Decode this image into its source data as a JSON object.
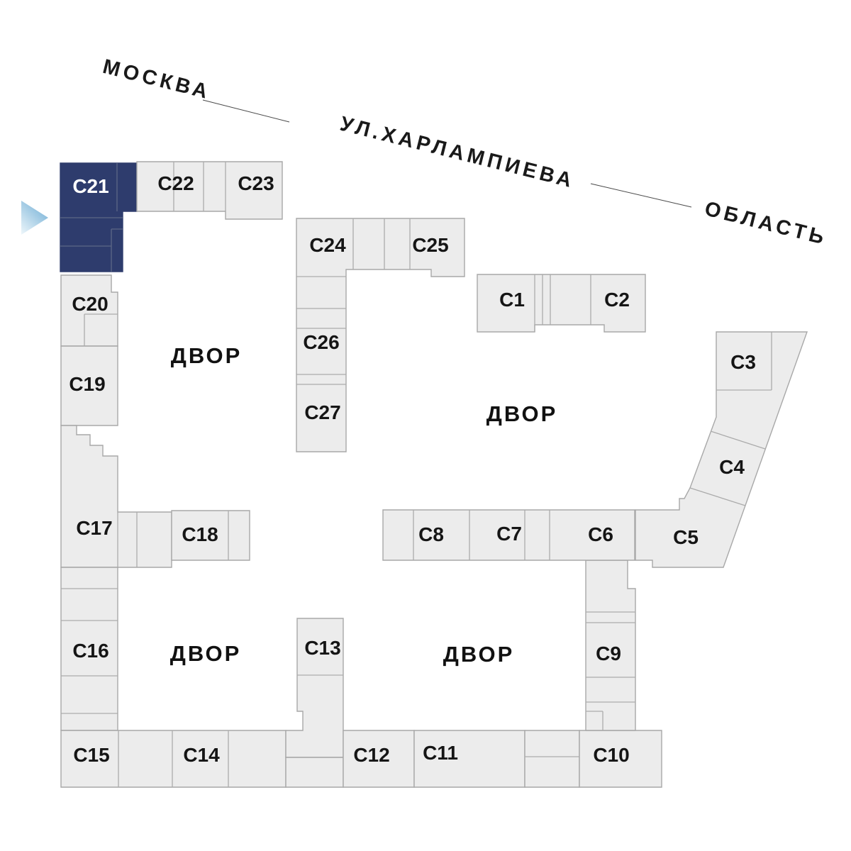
{
  "map": {
    "street": {
      "label_left": "МОСКВА",
      "label_middle": "УЛ.ХАРЛАМПИЕВА",
      "label_right": "ОБЛАСТЬ"
    },
    "courtyards": [
      {
        "label": "ДВОР"
      },
      {
        "label": "ДВОР"
      },
      {
        "label": "ДВОР"
      },
      {
        "label": "ДВОР"
      }
    ],
    "buildings": [
      {
        "label": "С1",
        "selected": false
      },
      {
        "label": "С2",
        "selected": false
      },
      {
        "label": "С3",
        "selected": false
      },
      {
        "label": "С4",
        "selected": false
      },
      {
        "label": "С5",
        "selected": false
      },
      {
        "label": "С6",
        "selected": false
      },
      {
        "label": "С7",
        "selected": false
      },
      {
        "label": "С8",
        "selected": false
      },
      {
        "label": "С9",
        "selected": false
      },
      {
        "label": "С10",
        "selected": false
      },
      {
        "label": "С11",
        "selected": false
      },
      {
        "label": "С12",
        "selected": false
      },
      {
        "label": "С13",
        "selected": false
      },
      {
        "label": "С14",
        "selected": false
      },
      {
        "label": "С15",
        "selected": false
      },
      {
        "label": "С16",
        "selected": false
      },
      {
        "label": "С17",
        "selected": false
      },
      {
        "label": "С18",
        "selected": false
      },
      {
        "label": "С19",
        "selected": false
      },
      {
        "label": "С20",
        "selected": false
      },
      {
        "label": "С21",
        "selected": true
      },
      {
        "label": "С22",
        "selected": false
      },
      {
        "label": "С23",
        "selected": false
      },
      {
        "label": "С24",
        "selected": false
      },
      {
        "label": "С25",
        "selected": false
      },
      {
        "label": "С26",
        "selected": false
      },
      {
        "label": "С27",
        "selected": false
      }
    ],
    "colors": {
      "selected": "#2e3c6d",
      "selected_text": "#ffffff",
      "block_fill": "#ececec",
      "block_stroke": "#ababab",
      "text": "#151515",
      "arrow_from": "#eef7fb",
      "arrow_to": "#74b0d6"
    }
  }
}
